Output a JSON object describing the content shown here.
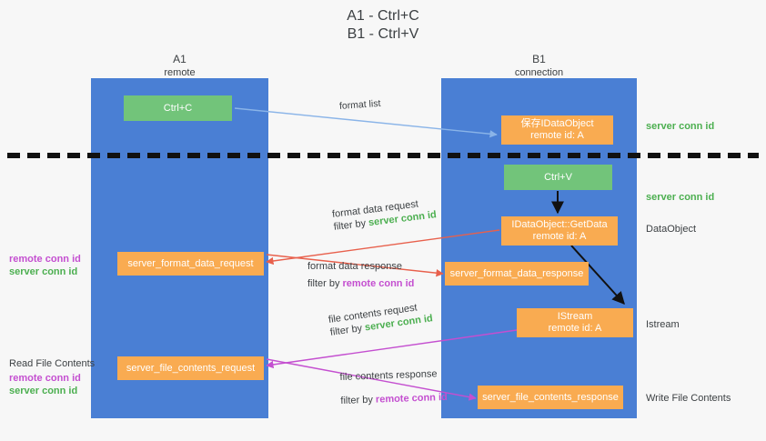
{
  "title": {
    "line1": "A1 - Ctrl+C",
    "line2": "B1 - Ctrl+V"
  },
  "lanes": [
    {
      "name": "A1",
      "sub": "remote"
    },
    {
      "name": "B1",
      "sub": "connection"
    }
  ],
  "nodes": {
    "ctrl_c": {
      "line1": "Ctrl+C",
      "line2": ""
    },
    "ctrl_v": {
      "line1": "Ctrl+V",
      "line2": ""
    },
    "store_dataobject": {
      "line1": "保存IDataObject",
      "line2": "remote id: A"
    },
    "getdata": {
      "line1": "IDataObject::GetData",
      "line2": "remote id: A"
    },
    "istream": {
      "line1": "IStream",
      "line2": "remote id: A"
    },
    "server_format_data_request": {
      "line1": "server_format_data_request",
      "line2": ""
    },
    "server_format_data_response": {
      "line1": "server_format_data_response",
      "line2": ""
    },
    "server_file_contents_request": {
      "line1": "server_file_contents_request",
      "line2": ""
    },
    "server_file_contents_response": {
      "line1": "server_file_contents_response",
      "line2": ""
    }
  },
  "edge_labels": {
    "format_list": "format list",
    "format_data_request": "format data request",
    "format_data_request_filter_prefix": "filter by ",
    "format_data_request_filter_key": "server conn id",
    "format_data_response": "format data response",
    "format_data_response_filter_prefix": "filter by ",
    "format_data_response_filter_key": "remote conn id",
    "file_contents_request": "file contents request",
    "file_contents_request_filter_prefix": "filter by ",
    "file_contents_request_filter_key": "server conn id",
    "file_contents_response": "file contents response",
    "file_contents_response_filter_prefix": "filter by ",
    "file_contents_response_filter_key": "remote conn id"
  },
  "annotations": {
    "right_server_conn_id_top": "server conn id",
    "right_server_conn_id_mid": "server conn id",
    "right_dataobject": "DataObject",
    "right_istream": "Istream",
    "right_write_file_contents": "Write File Contents",
    "left_remote_conn_id_1": "remote conn id",
    "left_server_conn_id_1": "server conn id",
    "left_read_file_contents": "Read File Contents",
    "left_remote_conn_id_2": "remote conn id",
    "left_server_conn_id_2": "server conn id"
  },
  "colors": {
    "lane": "#4a7fd4",
    "orange": "#f9ab51",
    "green_box": "#72c47a",
    "green_text": "#4caf50",
    "magenta_text": "#c44fd0",
    "arrow_blue": "#8ab4e8",
    "arrow_red": "#e8604c",
    "arrow_magenta": "#c44fd0",
    "arrow_black": "#111111",
    "background": "#f7f7f7"
  }
}
